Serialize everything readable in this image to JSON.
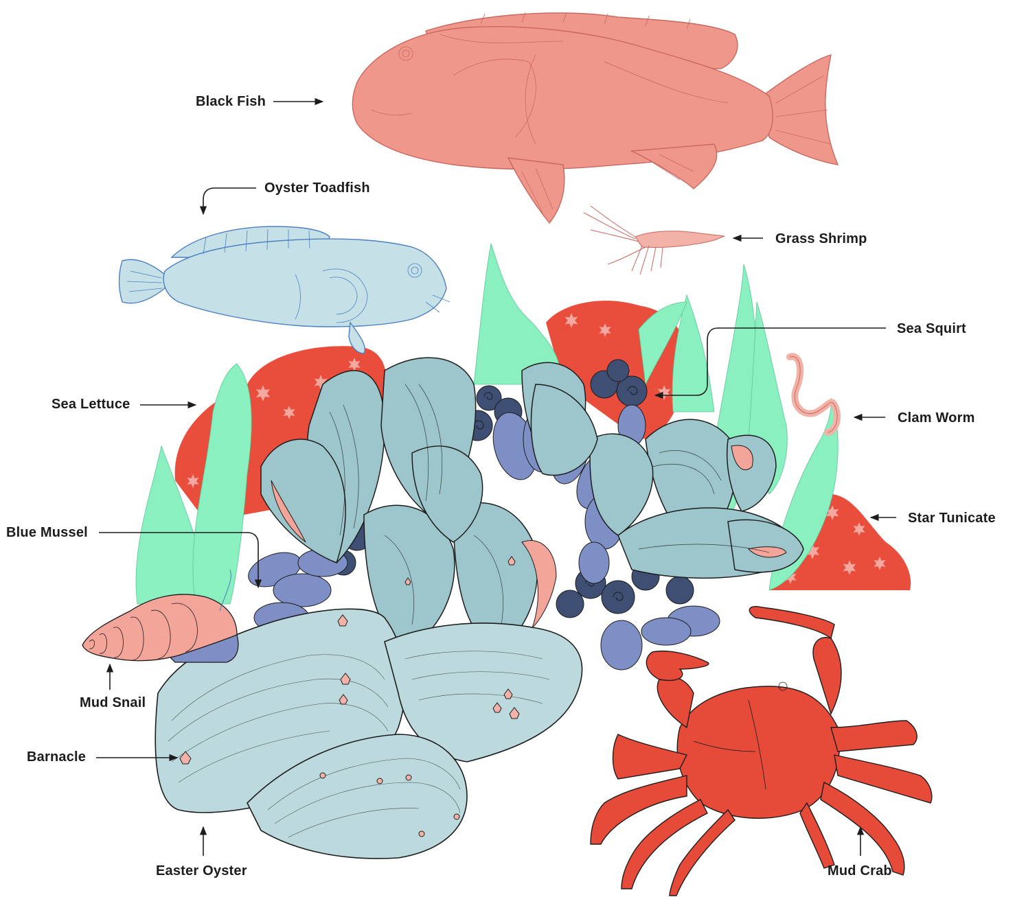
{
  "labels": {
    "black_fish": "Black Fish",
    "oyster_toadfish": "Oyster Toadfish",
    "grass_shrimp": "Grass Shrimp",
    "sea_squirt": "Sea Squirt",
    "sea_lettuce": "Sea Lettuce",
    "clam_worm": "Clam Worm",
    "star_tunicate": "Star Tunicate",
    "blue_mussel": "Blue Mussel",
    "mud_snail": "Mud Snail",
    "barnacle": "Barnacle",
    "easter_oyster": "Easter Oyster",
    "mud_crab": "Mud Crab"
  },
  "colors": {
    "fish_salmon": "#f0978c",
    "fish_line": "#c9675f",
    "toadfish_fill": "#c6e0e8",
    "toadfish_line": "#4a7fc0",
    "sea_lettuce": "#8af0bf",
    "star_tunicate": "#e84e3b",
    "star_tunicate_star": "#f5a8a0",
    "oyster_fill": "#bcdadd",
    "oyster_mid": "#9cc6cb",
    "mussel_blue": "#7d8fc4",
    "sea_squirt_navy": "#3e4f73",
    "crab_red": "#e64a38",
    "snail_pink": "#f4a59a",
    "snail_foot": "#7d8fc4",
    "barnacle_pink": "#f2b2a8",
    "ink": "#1c1c1c"
  }
}
